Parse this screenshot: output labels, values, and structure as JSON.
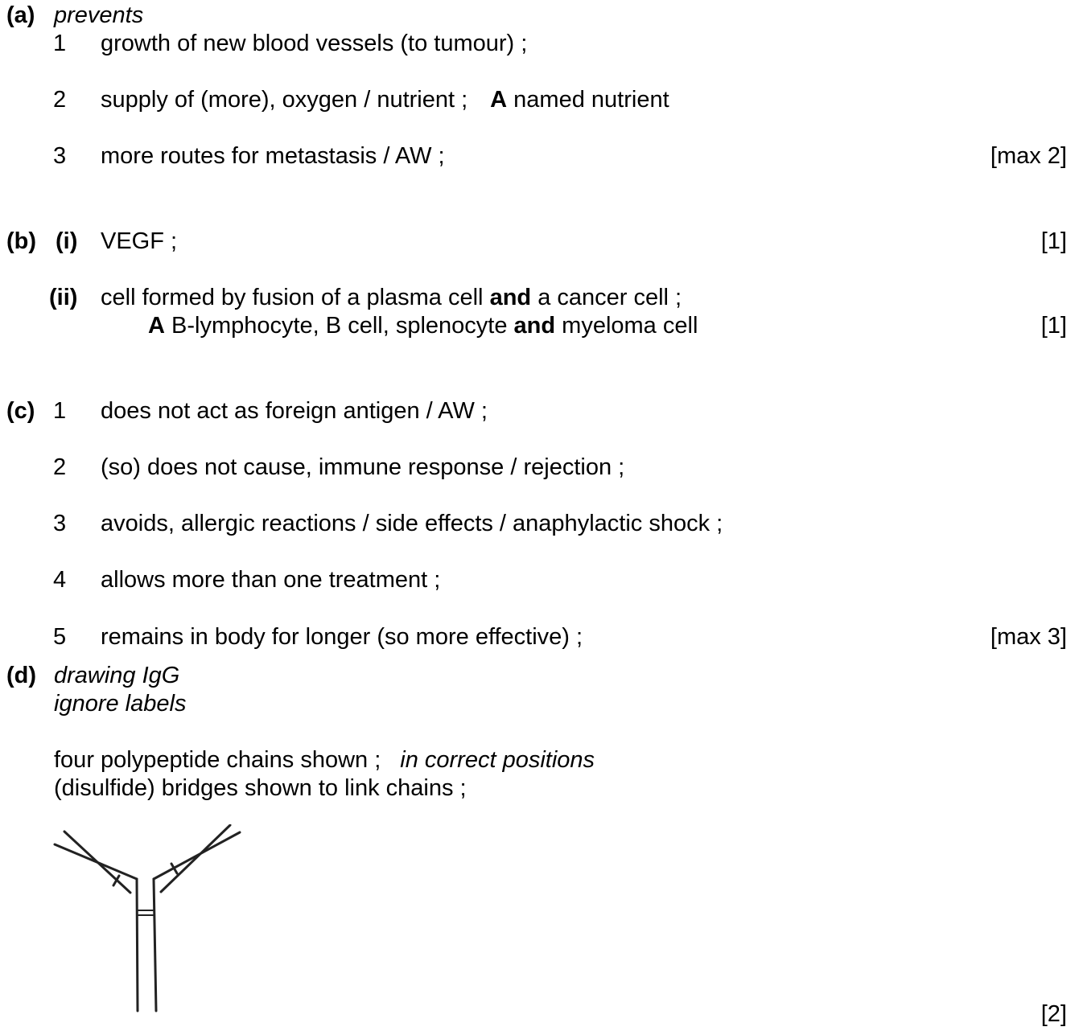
{
  "a": {
    "label": "(a)",
    "intro": "prevents",
    "points": [
      {
        "num": "1",
        "text": "growth of new blood vessels (to tumour) ;"
      },
      {
        "num": "2",
        "text": "supply of (more), oxygen / nutrient ;",
        "accept_marker": "A",
        "accept_text": "named nutrient"
      },
      {
        "num": "3",
        "text": "more routes for metastasis / AW ;"
      }
    ],
    "marks": "[max 2]"
  },
  "b": {
    "label": "(b)",
    "i": {
      "label": "(i)",
      "text": "VEGF ;",
      "marks": "[1]"
    },
    "ii": {
      "label": "(ii)",
      "text_1": "cell formed by fusion of a plasma cell",
      "and_1": "and",
      "text_2": "a cancer cell ;",
      "accept_marker": "A",
      "accept_text_1": "B-lymphocyte, B cell, splenocyte",
      "and_2": "and",
      "accept_text_2": "myeloma cell",
      "marks": "[1]"
    }
  },
  "c": {
    "label": "(c)",
    "points": [
      {
        "num": "1",
        "text": "does not act as foreign antigen / AW ;"
      },
      {
        "num": "2",
        "text": "(so) does not cause, immune response / rejection ;"
      },
      {
        "num": "3",
        "text": "avoids, allergic reactions / side effects / anaphylactic shock ;"
      },
      {
        "num": "4",
        "text": "allows more than one treatment ;"
      },
      {
        "num": "5",
        "text": "remains in body for longer (so more effective) ;"
      }
    ],
    "marks": "[max 3]"
  },
  "d": {
    "label": "(d)",
    "note_1": "drawing IgG",
    "note_2": "ignore labels",
    "point_1": "four polypeptide chains shown ;",
    "point_1_note": "in correct positions",
    "point_2": "(disulfide) bridges shown to link chains ;",
    "marks": "[2]"
  }
}
